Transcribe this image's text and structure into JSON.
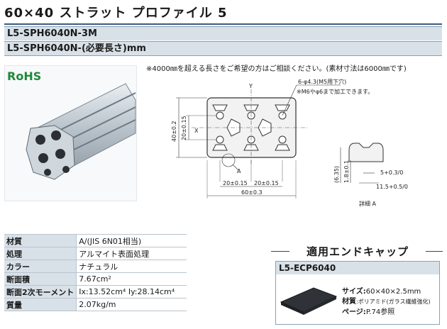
{
  "header": {
    "title": "60×40 ストラット プロファイル 5",
    "codes": [
      "L5-SPH6040N-3M",
      "L5-SPH6040N-(必要長さ)mm"
    ]
  },
  "note": "※4000㎜を超える長さをご希望の方はご相談ください。(素材寸法は6000㎜です)",
  "badge": "RoHS",
  "drawing": {
    "hole_note": "6-φ4.3(M5用下穴)",
    "tap_note": "※M6やφ6まで加工できます。",
    "axis_x": "X",
    "axis_y": "Y",
    "height_outer": "40±0.2",
    "height_inner": "20±0.15",
    "width_left": "20±0.15",
    "width_right": "20±0.15",
    "width_total": "60±0.3",
    "detail_ref": "A",
    "detail_h1": "(6.35)",
    "detail_h2": "1.8±0.1",
    "detail_w1": "5+0.3/0",
    "detail_w2": "11.5+0.5/0",
    "detail_label": "詳細 A"
  },
  "specs": [
    {
      "key": "材質",
      "value": "A/(JIS 6N01相当)"
    },
    {
      "key": "処理",
      "value": "アルマイト表面処理"
    },
    {
      "key": "カラー",
      "value": "ナチュラル"
    },
    {
      "key": "断面積",
      "value": "7.67cm²"
    },
    {
      "key": "断面2次モーメント",
      "value": "Ix:13.52cm⁴  Iy:28.14cm⁴"
    },
    {
      "key": "質量",
      "value": "2.07kg/m"
    }
  ],
  "endcap": {
    "title": "適用エンドキャップ",
    "code": "L5-ECP6040",
    "size_key": "サイズ:",
    "size_val": "60×40×2.5mm",
    "mat_key": "材質",
    "mat_val": ":ポリアミド(ガラス繊維強化)",
    "page_key": "ページ:",
    "page_val": "P.74参照"
  },
  "colors": {
    "accent": "#3a5b82",
    "header_bg": "#d9e1e8",
    "rohs": "#1e8a3a"
  }
}
